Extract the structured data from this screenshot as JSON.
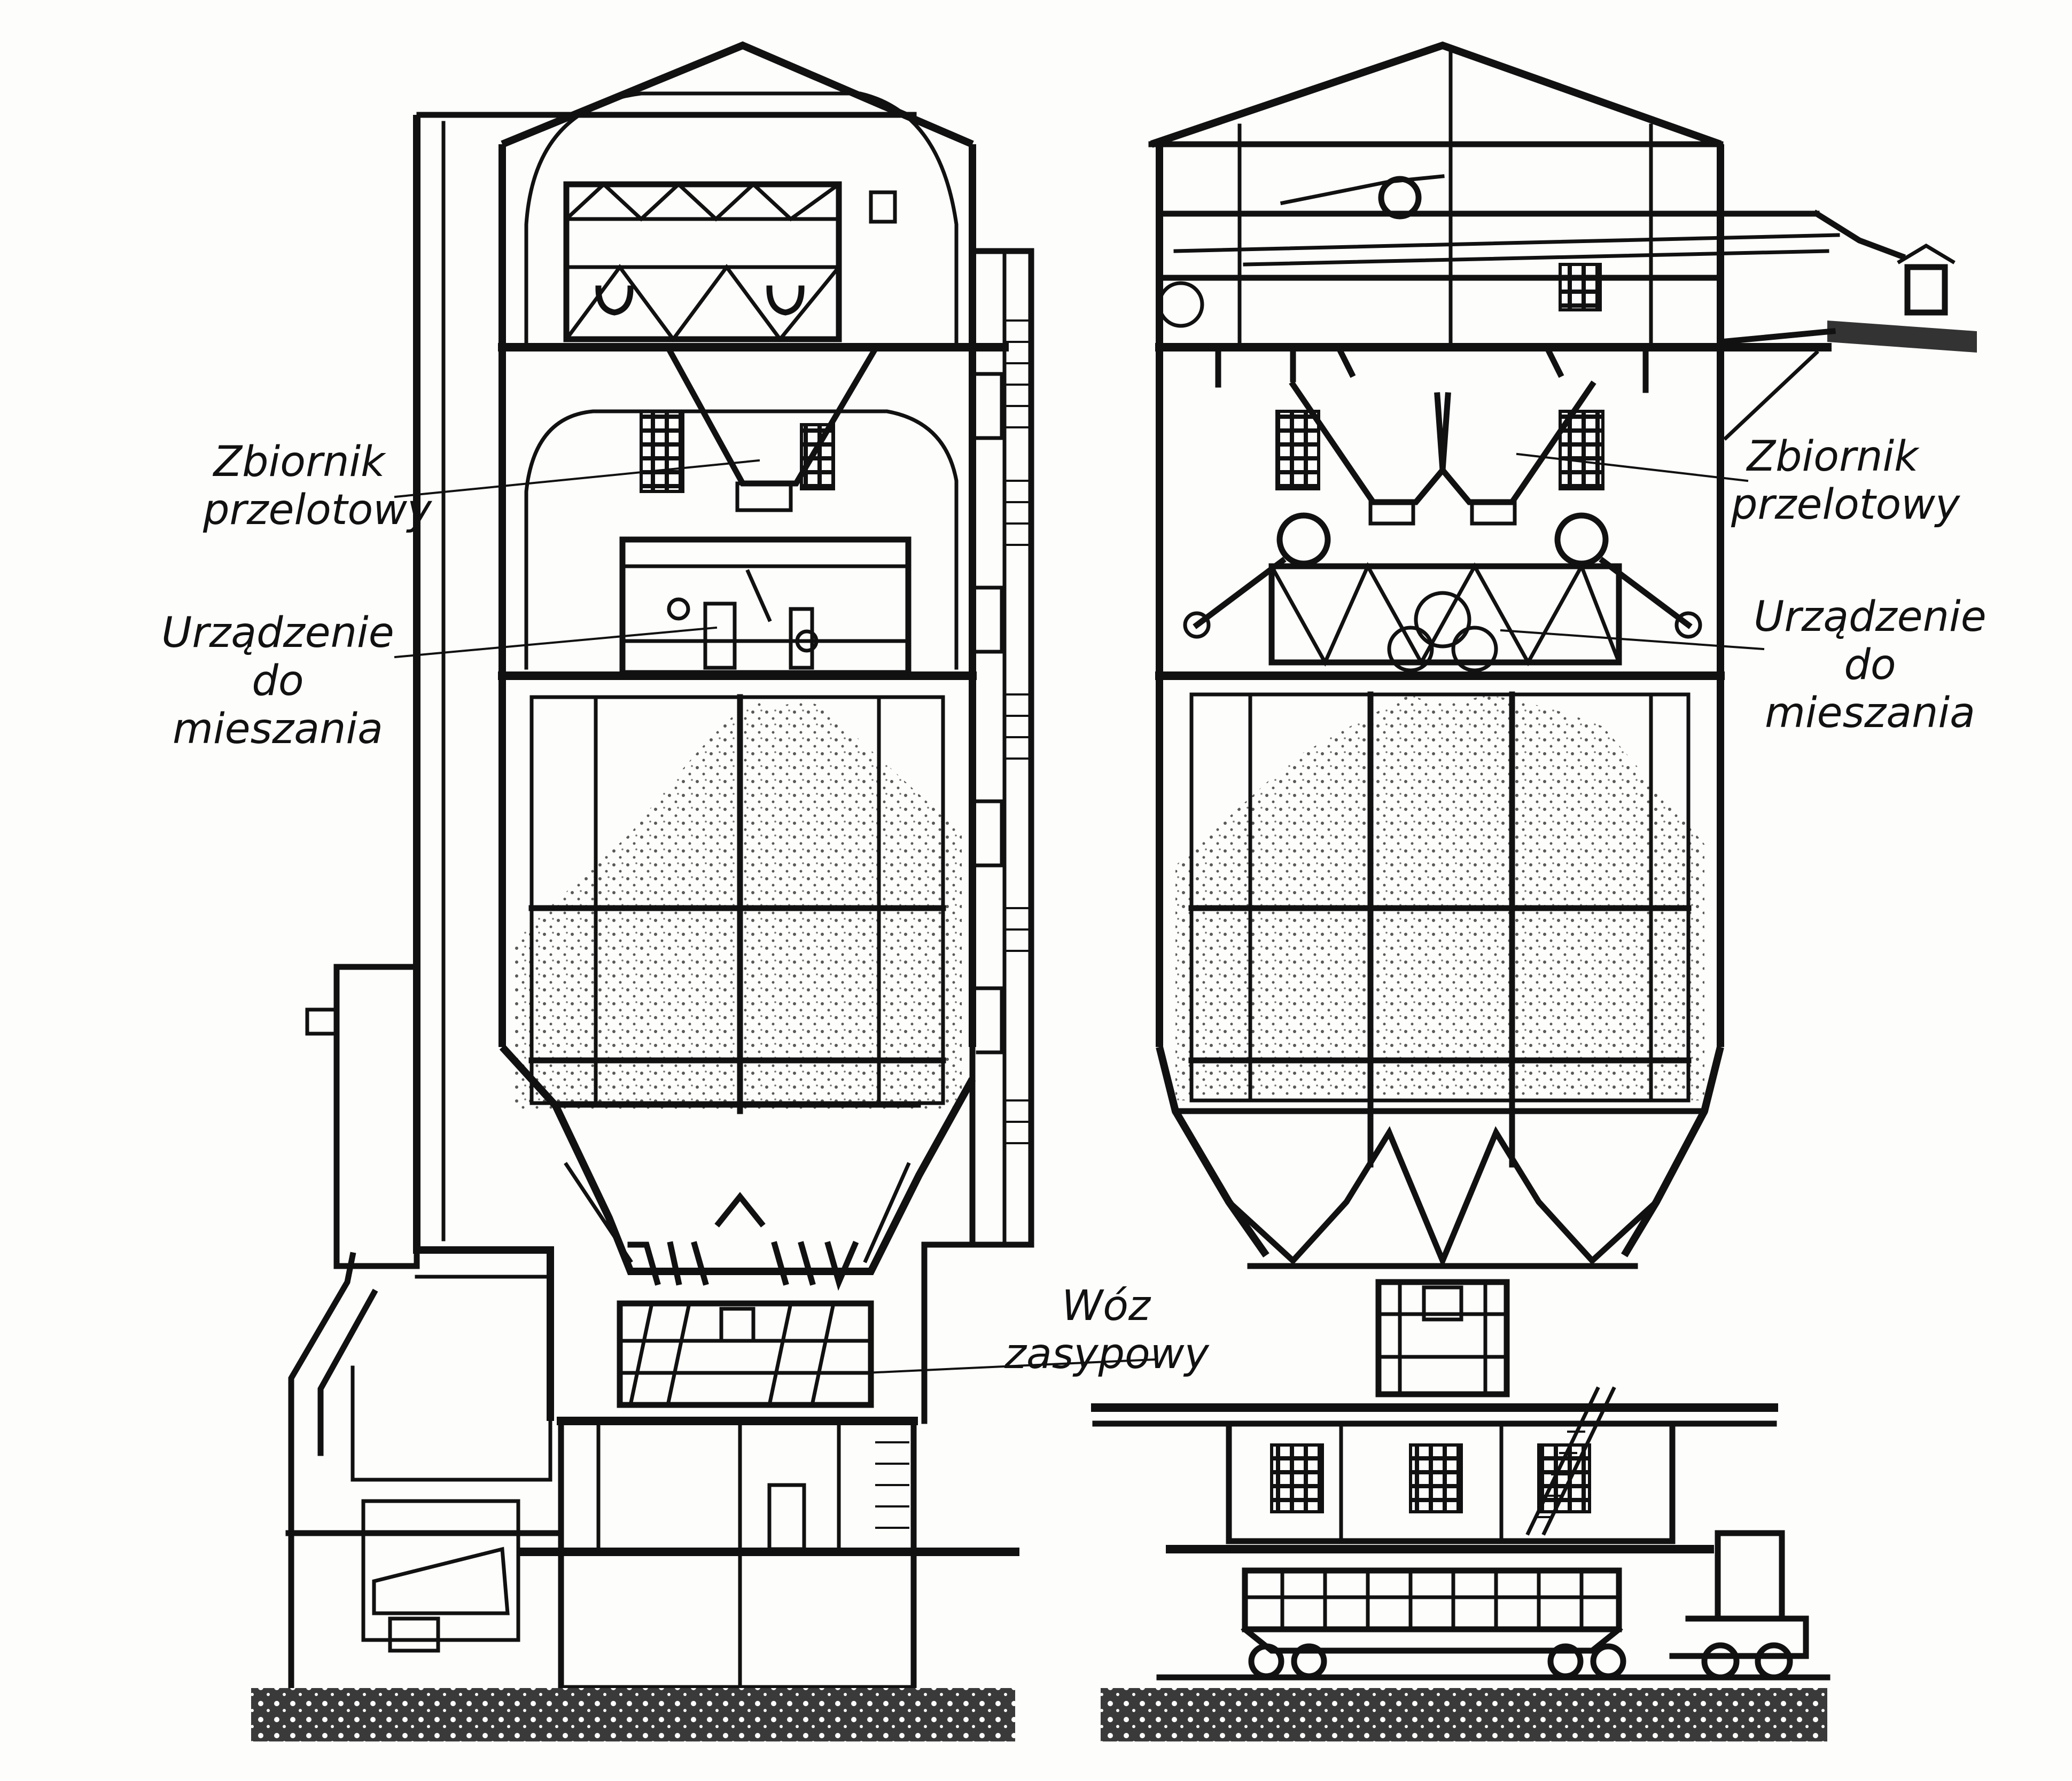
{
  "labels": {
    "left_bin_line1": "Zbiornik",
    "left_bin_line2": "przelotowy",
    "left_mixer_line1": "Urządzenie",
    "left_mixer_line2": "do mieszania",
    "wagon_line1": "Wóz",
    "wagon_line2": "zasypowy",
    "right_bin_line1": "Zbiornik",
    "right_bin_line2": "przelotowy",
    "right_mixer_line1": "Urządzenie",
    "right_mixer_line2": "do mieszania"
  },
  "colors": {
    "ink": "#111111",
    "paper": "#fdfdfb"
  }
}
